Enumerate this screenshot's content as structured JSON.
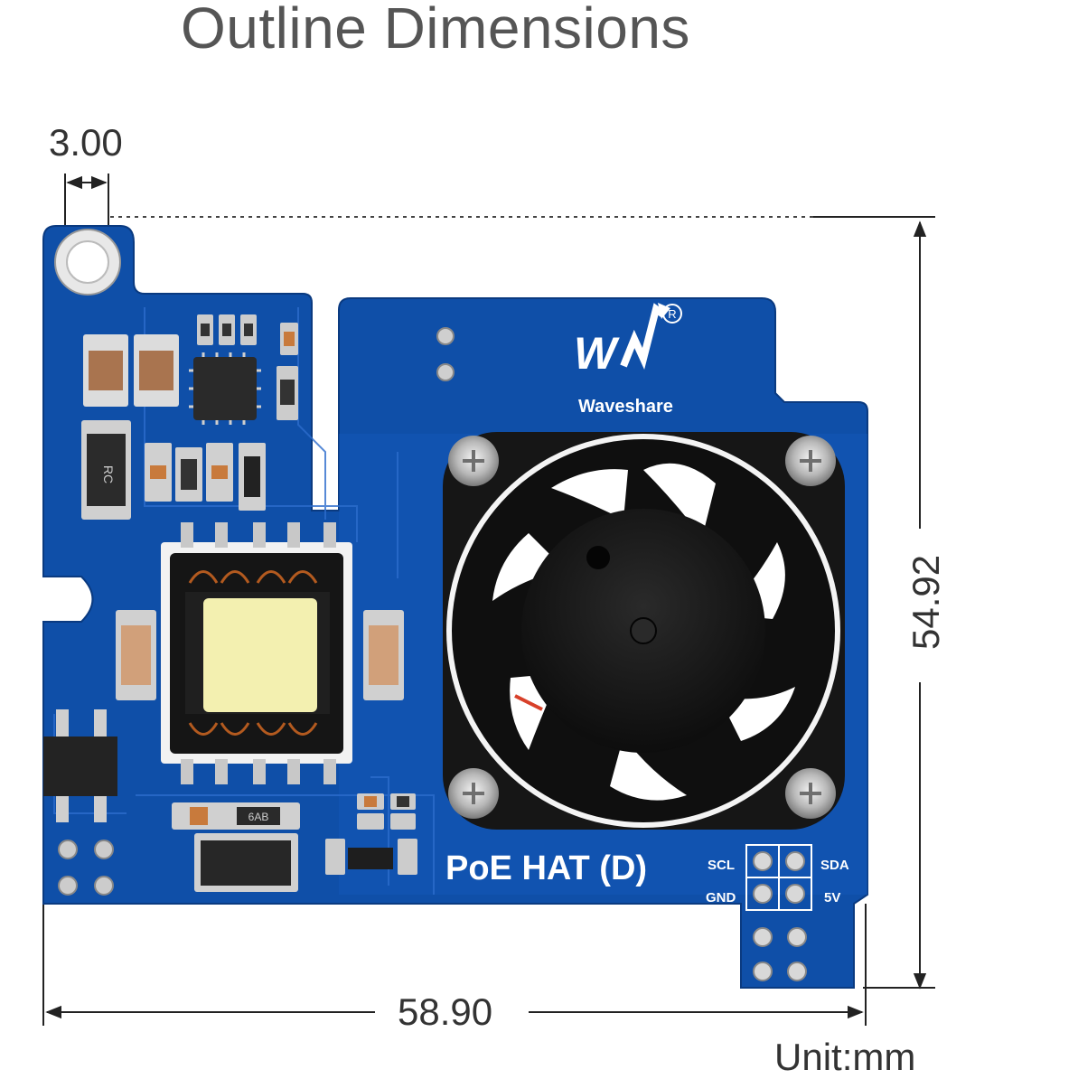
{
  "title": "Outline Dimensions",
  "dimensions": {
    "hole_offset": "3.00",
    "height": "54.92",
    "width": "58.90"
  },
  "unit_label": "Unit:mm",
  "board": {
    "brand": "Waveshare",
    "product_label": "PoE HAT (D)",
    "pin_labels": {
      "scl": "SCL",
      "sda": "SDA",
      "gnd": "GND",
      "v5": "5V"
    },
    "component_marks": {
      "diode": "RC",
      "chip": "6AB"
    },
    "color": "#0f4fa8"
  },
  "colors": {
    "board_blue": "#0f4fa8",
    "dimension_line": "#222222",
    "title_gray": "#555555"
  }
}
